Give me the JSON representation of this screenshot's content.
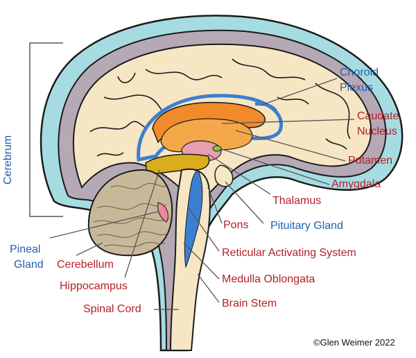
{
  "labels": {
    "cerebrum": "Cerebrum",
    "choroid_plexus_1": "Choroid",
    "choroid_plexus_2": "Plexus",
    "caudate_nucleus_1": "Caudate",
    "caudate_nucleus_2": "Nucleus",
    "putamen": "Putamen",
    "amygdala": "Amygdala",
    "thalamus": "Thalamus",
    "pituitary_gland": "Pituitary Gland",
    "pons": "Pons",
    "reticular_activating_system": "Reticular Activating System",
    "medulla_oblongata": "Medulla Oblongata",
    "brain_stem": "Brain Stem",
    "pineal_gland_1": "Pineal",
    "pineal_gland_2": "Gland",
    "cerebellum": "Cerebellum",
    "hippocampus": "Hippocampus",
    "spinal_cord": "Spinal Cord"
  },
  "copyright": "©Glen Weimer 2022",
  "colors": {
    "label_red": "#b3202a",
    "label_blue": "#1f5fae",
    "csf_blue": "#a6dbe2",
    "membrane_gray": "#b5a9b5",
    "cortex_cream": "#f6e6c4",
    "caudate_orange": "#f08a2a",
    "thalamus_pink": "#e8a0b0",
    "ventricle_blue": "#3c7fd0",
    "hippocampus_gold": "#d9ad1e",
    "amygdala_green": "#8fc43a",
    "cerebellum_tan": "#c8b89a"
  }
}
